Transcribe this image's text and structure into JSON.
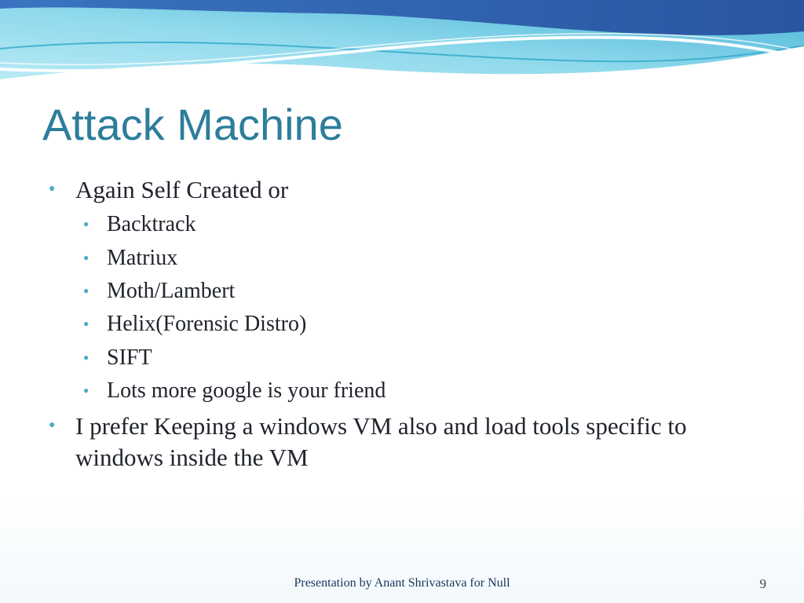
{
  "slide": {
    "title": "Attack Machine",
    "bullets": [
      {
        "level": 1,
        "text": "Again Self Created or"
      },
      {
        "level": 2,
        "text": "Backtrack"
      },
      {
        "level": 2,
        "text": "Matriux"
      },
      {
        "level": 2,
        "text": "Moth/Lambert"
      },
      {
        "level": 2,
        "text": "Helix(Forensic Distro)"
      },
      {
        "level": 2,
        "text": "SIFT"
      },
      {
        "level": 2,
        "text": "Lots more google is your friend"
      },
      {
        "level": 1,
        "text": "I prefer Keeping a windows VM also and load tools specific to windows inside the VM"
      }
    ],
    "footer": "Presentation by Anant Shrivastava for Null",
    "page_number": "9"
  },
  "colors": {
    "title": "#2d7d9b",
    "body": "#20242e",
    "bullet": "#4bacc6",
    "footer": "#17375d",
    "page_number": "#404040",
    "wave_blue": "#2e62b0",
    "wave_cyan_light": "#9fe1f1",
    "wave_cyan_dark": "#45b1d4"
  }
}
